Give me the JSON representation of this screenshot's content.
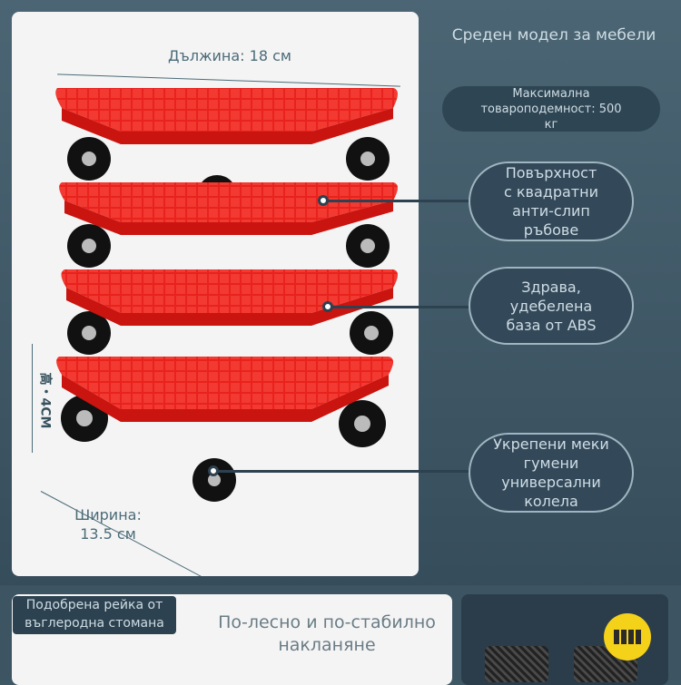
{
  "length_label": "Дължина: 18 см",
  "height_label": "高・4CM",
  "width_label": "Ширина:\n13.5 см",
  "model_title": "Среден модел за мебели",
  "capacity_badge": "Максимална товароподемност: 500 кг",
  "callouts": [
    {
      "text": "Повърхност с квадратни анти-слип ръбове"
    },
    {
      "text": "Здрава, удебелена база от ABS"
    },
    {
      "text": "Укрепени меки гумени универсални колела"
    }
  ],
  "bottom_tag": "Подобрена рейка от въглеродна стомана",
  "bottom_text": "По-лесно и по-стабилно накланяне",
  "colors": {
    "accent_red": "#e8221c",
    "panel": "#3f5866",
    "card": "#f4f4f4"
  }
}
